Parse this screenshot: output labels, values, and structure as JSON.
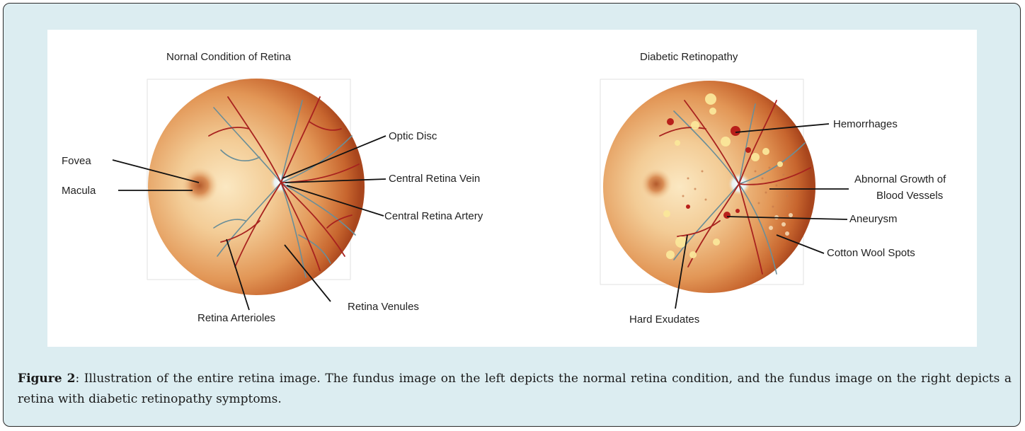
{
  "figure": {
    "left_title": "Nornal Condition of Retina",
    "right_title": "Diabetic Retinopathy",
    "left_labels": {
      "fovea": "Fovea",
      "macula": "Macula",
      "optic_disc": "Optic Disc",
      "central_retina_vein": "Central Retina Vein",
      "central_retina_artery": "Central Retina Artery",
      "retina_arterioles": "Retina Arterioles",
      "retina_venules": "Retina Venules"
    },
    "right_labels": {
      "hemorrhages": "Hemorrhages",
      "abnormal_growth_1": "Abnornal Growth of",
      "abnormal_growth_2": "Blood Vessels",
      "aneurysm": "Aneurysm",
      "cotton_wool_spots": "Cotton Wool Spots",
      "hard_exudates": "Hard Exudates"
    }
  },
  "caption": {
    "label": "Figure 2",
    "text": ": Illustration of the entire retina image. The fundus image on the left depicts the normal retina condition, and the fundus image on the right depicts a retina with diabetic retinopathy symptoms."
  },
  "colors": {
    "frame_bg": "#dcedf1",
    "retina_outer": "#b24a1f",
    "retina_inner": "#f6d8a8",
    "vessel_artery": "#a8221f",
    "vessel_vein": "#5f8a96",
    "exudate": "#fbe79a"
  }
}
